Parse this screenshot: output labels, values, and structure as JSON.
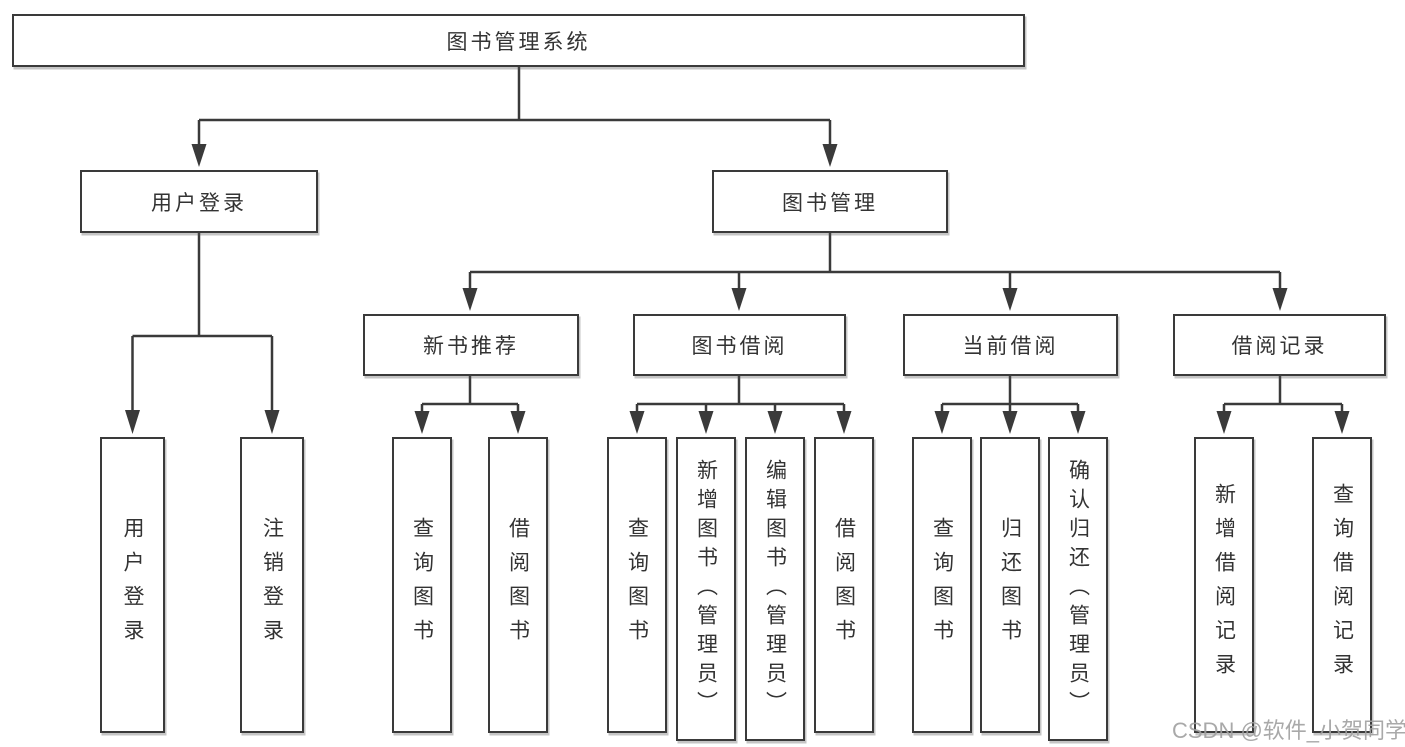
{
  "title": "图书管理系统",
  "branches": {
    "user_login": {
      "label": "用户登录",
      "children": [
        "用户登录",
        "注销登录"
      ]
    },
    "book_management": {
      "label": "图书管理",
      "sections": [
        {
          "label": "新书推荐",
          "children": [
            "查询图书",
            "借阅图书"
          ]
        },
        {
          "label": "图书借阅",
          "children": [
            "查询图书",
            "新增图书（管理员）",
            "编辑图书（管理员）",
            "借阅图书"
          ]
        },
        {
          "label": "当前借阅",
          "children": [
            "查询图书",
            "归还图书",
            "确认归还（管理员）"
          ]
        },
        {
          "label": "借阅记录",
          "children": [
            "新增借阅记录",
            "查询借阅记录"
          ]
        }
      ]
    }
  },
  "watermark": "CSDN @软件_小贺同学",
  "colors": {
    "line": "#3a3a3a",
    "text": "#333333",
    "box_fill": "#ffffff",
    "watermark": "#a0a0a0",
    "background": "#ffffff"
  }
}
